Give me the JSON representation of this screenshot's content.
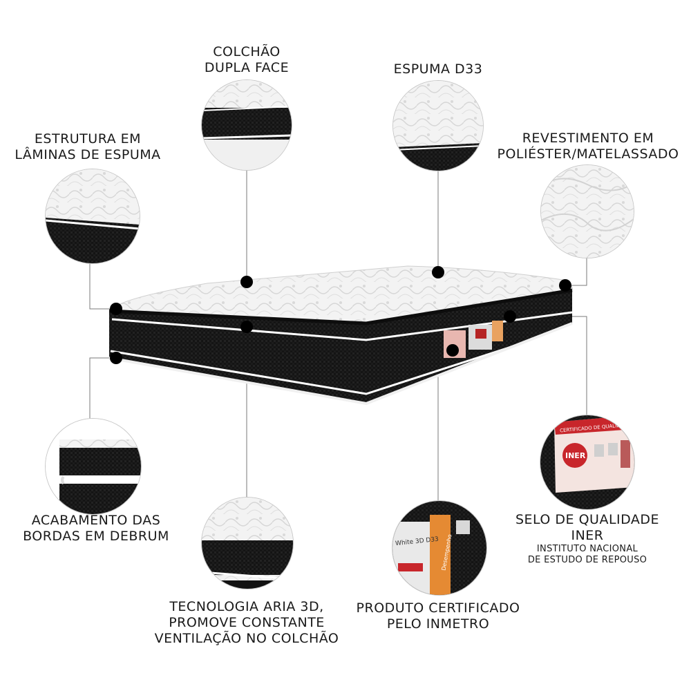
{
  "callouts": {
    "dupla_face": {
      "lines": [
        "COLCHÃO",
        "DUPLA FACE"
      ]
    },
    "espuma_d33": {
      "lines": [
        "ESPUMA D33"
      ]
    },
    "estrutura": {
      "lines": [
        "ESTRUTURA EM",
        "LÂMINAS DE ESPUMA"
      ]
    },
    "revestimento": {
      "lines": [
        "REVESTIMENTO EM",
        "POLIÉSTER/MATELASSADO"
      ]
    },
    "acabamento": {
      "lines": [
        "ACABAMENTO DAS",
        "BORDAS EM DEBRUM"
      ]
    },
    "tecnologia": {
      "lines": [
        "TECNOLOGIA ARIA 3D,",
        "PROMOVE CONSTANTE",
        "VENTILAÇÃO NO COLCHÃO"
      ]
    },
    "produto": {
      "lines": [
        "PRODUTO CERTIFICADO",
        "PELO INMETRO"
      ]
    },
    "selo": {
      "lines": [
        "SELO DE QUALIDADE",
        "INER"
      ],
      "sub_lines": [
        "INSTITUTO NACIONAL",
        "DE ESTUDO DE REPOUSO"
      ]
    }
  },
  "badges": {
    "iner_logo": "INER",
    "certificado_header": "CERTIFICADO DE QUALIDADE",
    "model_tag": "White 3D D33",
    "desempenho": "Desempenho"
  },
  "colors": {
    "mattress_black": "#141414",
    "quilt_white": "#f4f4f4",
    "piping_white": "#ffffff",
    "marker_black": "#000000",
    "connector_gray": "#7a7a7a",
    "iner_red": "#c8262b"
  }
}
